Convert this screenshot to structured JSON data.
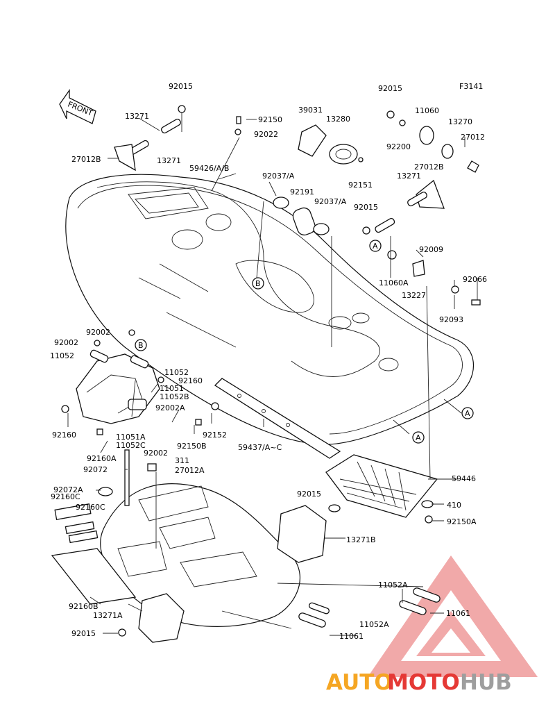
{
  "figure_code": "F3141",
  "front_label": "FRONT",
  "labels": {
    "l92015_top": "92015",
    "l92015_top_right": "92015",
    "l13271_a": "13271",
    "l13271_b": "13271",
    "l27012B_left": "27012B",
    "l92150_top": "92150",
    "l92022": "92022",
    "l39031": "39031",
    "l13280": "13280",
    "l11060": "11060",
    "l13270": "13270",
    "l92200": "92200",
    "l27012": "27012",
    "l27012B_right": "27012B",
    "l59426": "59426/A/B",
    "l92037_a": "92037/A",
    "l92191": "92191",
    "l92037_b": "92037/A",
    "l92151": "92151",
    "l13271_c": "13271",
    "l92015_mid": "92015",
    "l92009": "92009",
    "l11060A": "11060A",
    "l92066": "92066",
    "l13227": "13227",
    "l92093": "92093",
    "l92002_a": "92002",
    "l92002_b": "92002",
    "l11052_a": "11052",
    "l11052_b": "11052",
    "l92160_a": "92160",
    "l11051": "11051",
    "l11052B": "11052B",
    "l92002A": "92002A",
    "l92160_b": "92160",
    "l11051A": "11051A",
    "l11052C": "11052C",
    "l92150B": "92150B",
    "l92152": "92152",
    "l59437": "59437/A~C",
    "l92160A": "92160A",
    "l92002_c": "92002",
    "l311": "311",
    "l92072": "92072",
    "l27012A": "27012A",
    "l59446": "59446",
    "l92072A": "92072A",
    "l92160C_a": "92160C",
    "l92160C_b": "92160C",
    "l92015_low": "92015",
    "l410": "410",
    "l92150A": "92150A",
    "l13271B": "13271B",
    "l11052A_a": "11052A",
    "l11061_a": "11061",
    "l92160B": "92160B",
    "l13271A": "13271A",
    "l11052A_b": "11052A",
    "l92015_bottom": "92015",
    "l11061_b": "11061"
  },
  "callouts": {
    "a1": "A",
    "a2": "A",
    "a3": "A",
    "b1": "B",
    "b2": "B"
  },
  "watermark": {
    "part1": "AUTO",
    "part2": "MOTO",
    "part3": "HUB"
  },
  "colors": {
    "line": "#111111",
    "watermark_orange": "#f5a623",
    "watermark_red": "#e53935",
    "watermark_gray": "#9e9e9e"
  }
}
